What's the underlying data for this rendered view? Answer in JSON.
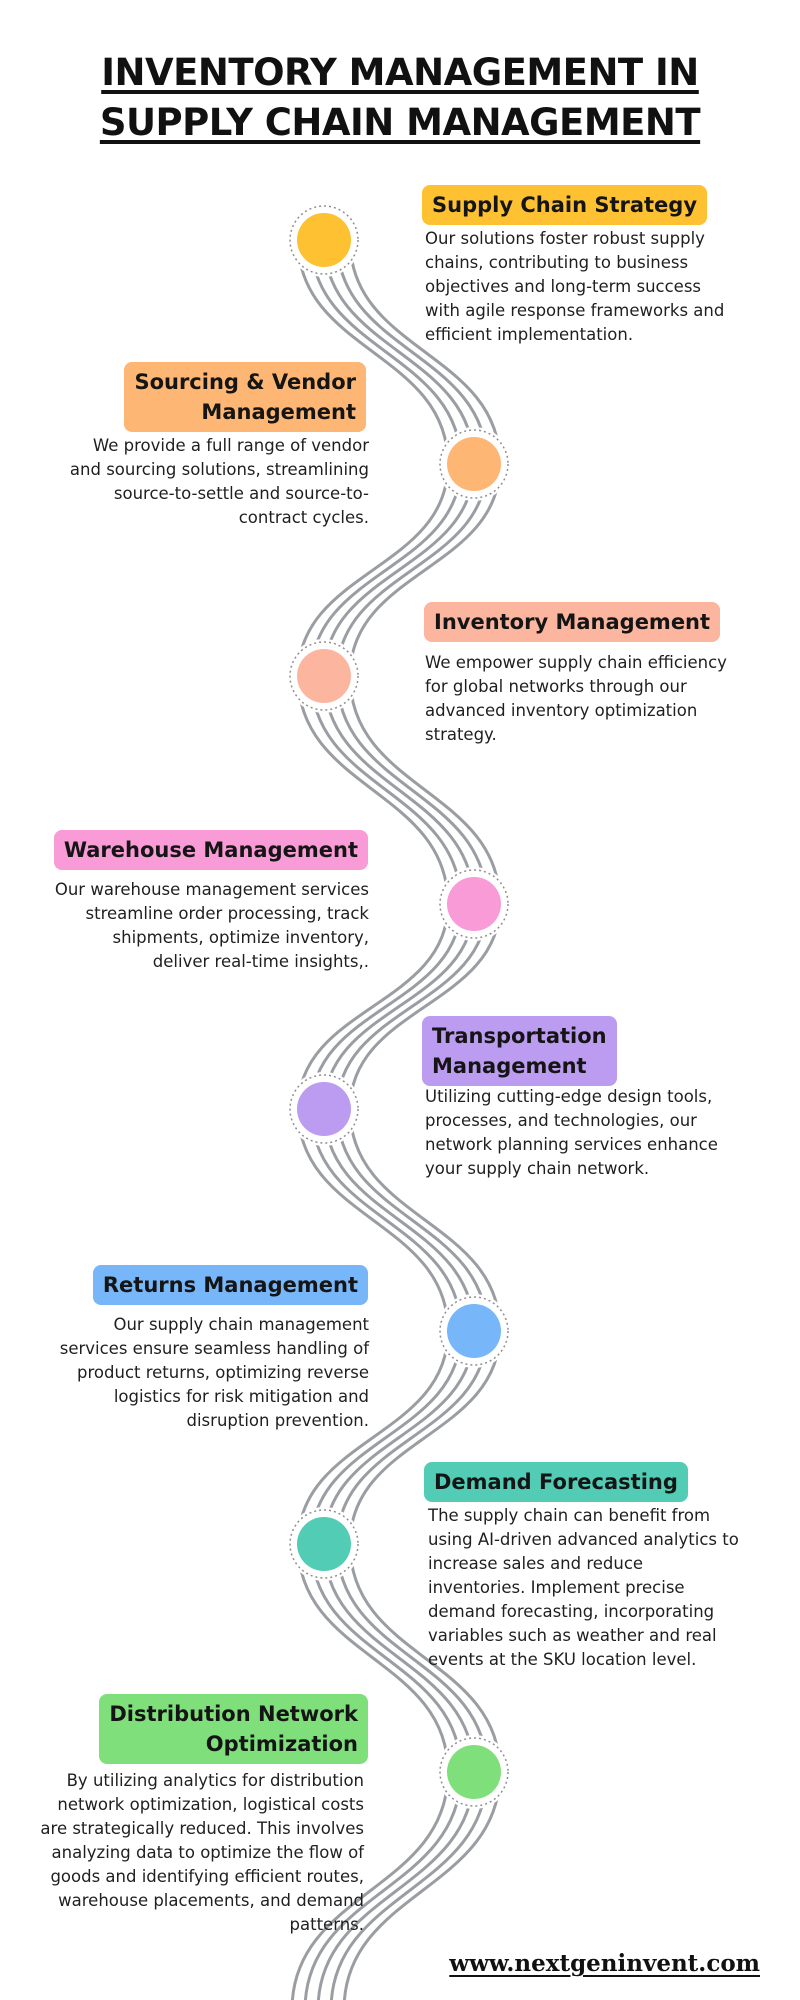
{
  "title_lines": [
    "INVENTORY MANAGEMENT IN",
    "SUPPLY CHAIN MANAGEMENT"
  ],
  "steps": [
    {
      "title_lines": [
        "Supply Chain Strategy"
      ],
      "color": "#FDC131",
      "description": [
        "Our solutions foster robust supply",
        "chains, contributing to business",
        "objectives and long-term success",
        "with agile response frameworks and",
        "efficient implementation."
      ]
    },
    {
      "title_lines": [
        "Sourcing & Vendor",
        "Management"
      ],
      "color": "#FDB673",
      "description": [
        "We provide a full range of vendor",
        "and sourcing solutions, streamlining",
        "source-to-settle and source-to-",
        "contract cycles."
      ]
    },
    {
      "title_lines": [
        "Inventory Management"
      ],
      "color": "#FCB6A0",
      "description": [
        "We empower supply chain efficiency",
        "for global networks through our",
        "advanced inventory optimization",
        "strategy."
      ]
    },
    {
      "title_lines": [
        "Warehouse Management"
      ],
      "color": "#F89BD6",
      "description": [
        "Our warehouse management services",
        "streamline order processing, track",
        "shipments, optimize inventory,",
        "deliver real-time insights,."
      ]
    },
    {
      "title_lines": [
        "Transportation",
        "Management"
      ],
      "color": "#BC9CF1",
      "description": [
        "Utilizing cutting-edge design tools,",
        "processes, and technologies, our",
        "network planning services enhance",
        "your supply chain network."
      ]
    },
    {
      "title_lines": [
        "Returns Management"
      ],
      "color": "#77B6F8",
      "description": [
        "Our supply chain management",
        "services ensure seamless handling of",
        "product returns, optimizing reverse",
        "logistics for risk mitigation and",
        "disruption prevention."
      ]
    },
    {
      "title_lines": [
        "Demand Forecasting"
      ],
      "color": "#52CCB4",
      "description": [
        "The supply chain can benefit from",
        "using AI-driven advanced analytics to",
        "increase sales and reduce",
        "inventories. Implement precise",
        "demand forecasting, incorporating",
        "variables such as weather and real",
        "events at the SKU location level."
      ]
    },
    {
      "title_lines": [
        "Distribution Network",
        "Optimization"
      ],
      "color": "#7FDF7B",
      "description": [
        "By utilizing analytics for distribution",
        "network optimization, logistical costs",
        "are strategically reduced. This involves",
        "analyzing data to optimize the flow of",
        "goods and identifying efficient routes,",
        "warehouse placements, and demand",
        "patterns."
      ]
    }
  ],
  "footer_url": "www.nextgeninvent.com",
  "road_color": "#9A9EA3"
}
